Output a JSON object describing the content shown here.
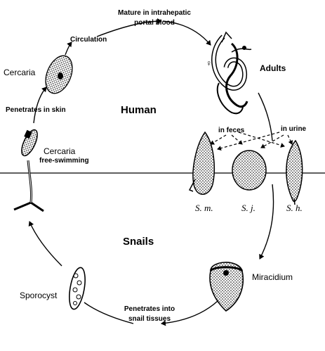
{
  "regions": {
    "human": "Human",
    "snails": "Snails"
  },
  "steps": {
    "mature": "Mature in intrahepatic\nportal blood",
    "circulation": "Circulation",
    "penetrates_skin": "Penetrates in skin",
    "penetrates_snail": "Penetrates into\nsnail tissues",
    "in_feces": "in feces",
    "in_urine": "in urine"
  },
  "stages": {
    "adults": "Adults",
    "cercaria": "Cercaria",
    "cercaria_free_1": "Cercaria",
    "cercaria_free_2": "free-swimming",
    "sporocyst": "Sporocyst",
    "miracidium": "Miracidium"
  },
  "eggs": {
    "sm": "S. m.",
    "sj": "S. j.",
    "sh": "S. h."
  },
  "symbols": {
    "female": "♀"
  }
}
